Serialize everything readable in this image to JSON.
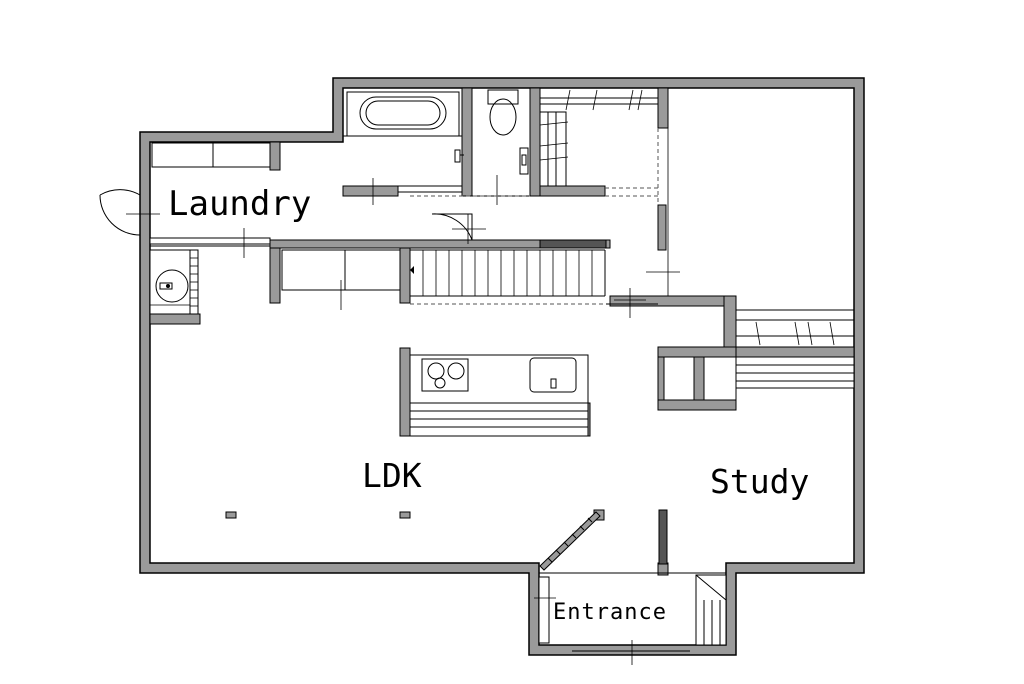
{
  "rooms": {
    "laundry": "Laundry",
    "ldk": "LDK",
    "study": "Study",
    "entrance": "Entrance"
  },
  "colors": {
    "wall": "#9a9a9a",
    "line": "#000000",
    "background": "#ffffff"
  }
}
